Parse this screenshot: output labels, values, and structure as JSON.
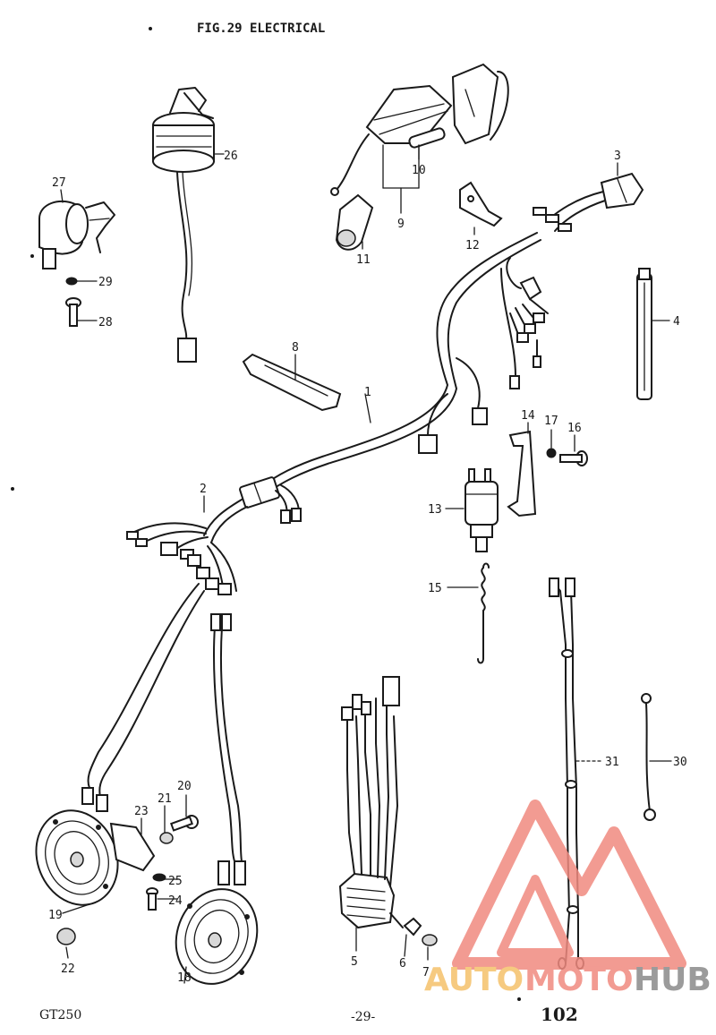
{
  "header": {
    "title": "FIG.29  ELECTRICAL"
  },
  "footer": {
    "model": "GT250",
    "page_code": "-29-",
    "page_number": "102"
  },
  "watermark": {
    "brand_part1": "AUTO",
    "brand_part2": "MOTO",
    "brand_part3": "HUB",
    "color_primary": "#f08a80",
    "color_secondary": "#f5c16a",
    "color_tertiary": "#8a8a8a"
  },
  "callouts": {
    "c1": "1",
    "c2": "2",
    "c3": "3",
    "c4": "4",
    "c5": "5",
    "c6": "6",
    "c7": "7",
    "c8": "8",
    "c9": "9",
    "c10": "10",
    "c11": "11",
    "c12": "12",
    "c13": "13",
    "c14": "14",
    "c15": "15",
    "c16": "16",
    "c17": "17",
    "c18": "18",
    "c19": "19",
    "c20": "20",
    "c21": "21",
    "c22": "22",
    "c23": "23",
    "c24": "24",
    "c25": "25",
    "c26": "26",
    "c27": "27",
    "c28": "28",
    "c29": "29",
    "c30": "30",
    "c31": "31"
  }
}
